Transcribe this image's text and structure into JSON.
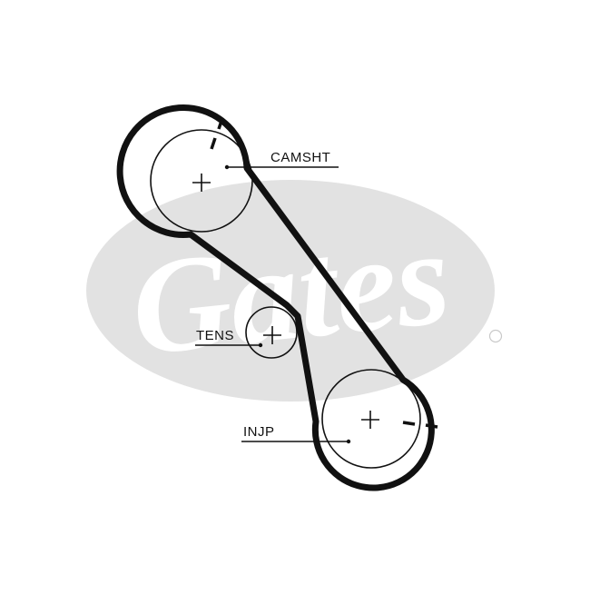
{
  "diagram": {
    "logo": {
      "word": "Gates",
      "registered_mark": "®",
      "ellipse_color": "#e2e2e2",
      "word_color": "#ffffff"
    },
    "belt_color": "#111111",
    "pulleys": [
      {
        "id": "camshaft",
        "label": "CAMSHT"
      },
      {
        "id": "tensioner",
        "label": "TENS"
      },
      {
        "id": "injection-pump",
        "label": "INJP"
      }
    ]
  }
}
